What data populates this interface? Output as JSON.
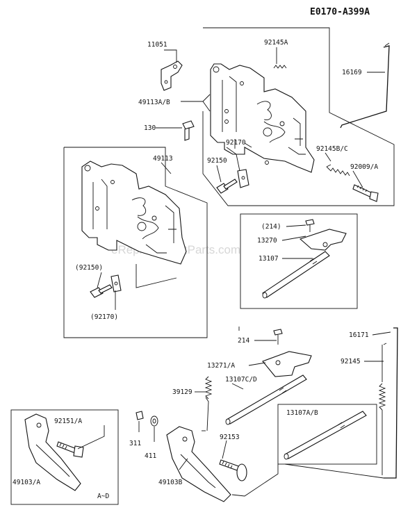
{
  "diagram_id": "E0170-A399A",
  "watermark": "eReplacementParts.com",
  "labels": {
    "p11051": "11051",
    "p92145a": "92145A",
    "p16169": "16169",
    "p49113ab": "49113A/B",
    "p130": "130",
    "p92170_top": "92170",
    "p92150_top": "92150",
    "p92145bc": "92145B/C",
    "p92009a": "92009/A",
    "p49113": "49113",
    "p92150_paren": "(92150)",
    "p92170_paren": "(92170)",
    "p214_paren": "(214)",
    "p13270": "13270",
    "p13107": "13107",
    "p214": "214",
    "p16171": "16171",
    "p13271a": "13271/A",
    "p92145": "92145",
    "p39129": "39129",
    "p13107cd": "13107C/D",
    "p92151a": "92151/A",
    "p13107ab": "13107A/B",
    "p311": "311",
    "p411": "411",
    "p92153": "92153",
    "p49103a": "49103/A",
    "p49103b": "49103B",
    "p_ad": "A~D"
  }
}
